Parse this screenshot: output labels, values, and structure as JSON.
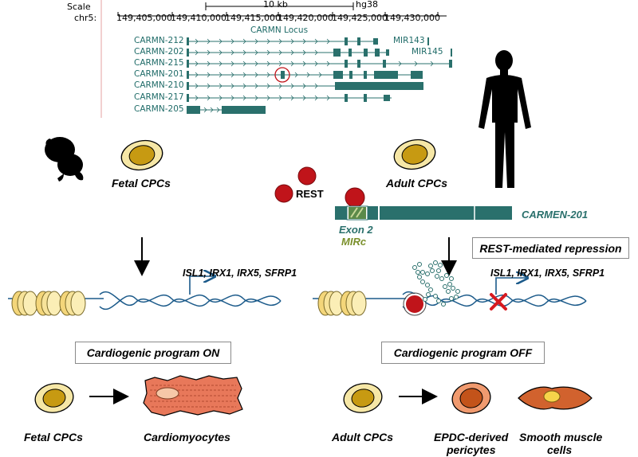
{
  "browser": {
    "scale_label": "Scale",
    "scale_value": "10 kb",
    "assembly": "hg38",
    "chrom_label": "chr5:",
    "coordinates": [
      "149,405,000",
      "149,410,000",
      "149,415,000",
      "149,420,000",
      "149,425,000",
      "149,430,000"
    ],
    "locus_title": "CARMN Locus",
    "transcripts": [
      "CARMN-212",
      "CARMN-202",
      "CARMN-215",
      "CARMN-201",
      "CARMN-210",
      "CARMN-217",
      "CARMN-205"
    ],
    "mirnas": [
      "MIR143",
      "MIR145"
    ]
  },
  "fetal": {
    "cells_label": "Fetal CPCs",
    "program_label": "Cardiogenic program ON",
    "bottom_from": "Fetal CPCs",
    "bottom_to": "Cardiomyocytes"
  },
  "adult": {
    "cells_label": "Adult CPCs",
    "rest_label": "REST",
    "transcript_label": "CARMEN-201",
    "exon_label": "Exon 2",
    "mirc_label": "MIRc",
    "repression_label": "REST-mediated repression",
    "program_label": "Cardiogenic program OFF",
    "bottom_from": "Adult CPCs",
    "bottom_to_1_line1": "EPDC-derived",
    "bottom_to_1_line2": "pericytes",
    "bottom_to_2_line1": "Smooth muscle",
    "bottom_to_2_line2": "cells"
  },
  "genes_label": "ISL1, IRX1, IRX5, SFRP1",
  "colors": {
    "track": "#2a706c",
    "rest": "#c0141a",
    "cell_fill": "#f6e7a6",
    "nucleus": "#c79a12",
    "cardiomyocyte": "#e8785a",
    "pericyte": "#f09a6f",
    "smooth_muscle": "#d1622e",
    "dna": "#1b5a8a",
    "mirc": "#7a8f2a"
  }
}
